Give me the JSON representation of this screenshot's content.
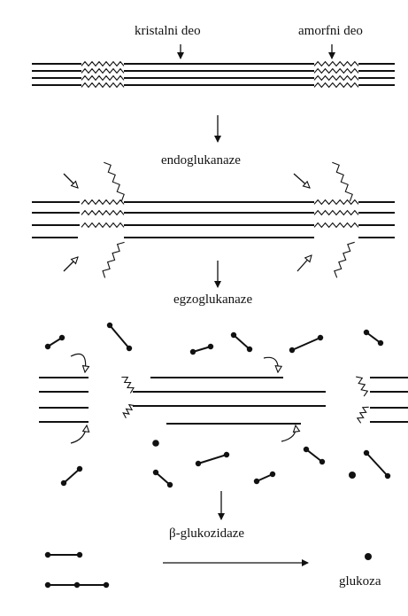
{
  "labels": {
    "crystalline": "kristalni deo",
    "amorphous": "amorfni deo",
    "endo": "endoglukanaze",
    "exo": "egzoglukanaze",
    "beta": "β-glukozidaze",
    "glucose": "glukoza"
  },
  "colors": {
    "ink": "#111111",
    "background": "#ffffff"
  }
}
